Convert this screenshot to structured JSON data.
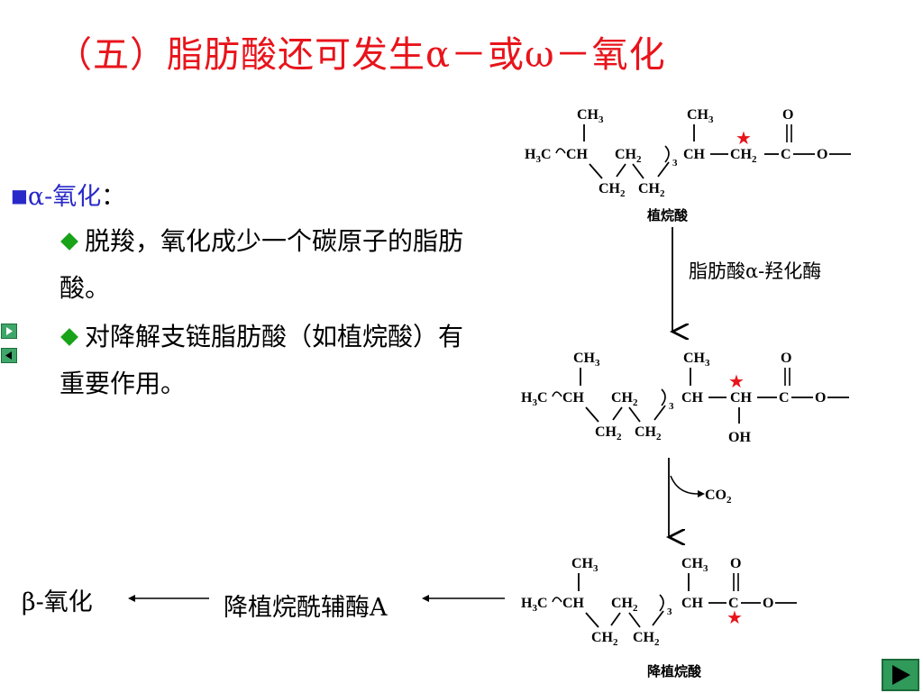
{
  "slide": {
    "title": "（五）脂肪酸还可发生α－或ω－氧化",
    "alpha_heading": {
      "bullet": "■",
      "label": "α-氧化",
      "colon": "："
    },
    "points": [
      {
        "text": "脱羧，氧化成少一个碳原子的脂肪酸。"
      },
      {
        "text": "对降解支链脂肪酸（如植烷酸）有重要作用。"
      }
    ],
    "beta_label": "β-氧化",
    "product_label": "降植烷酰辅酶A"
  },
  "diagram": {
    "compound1_name": "植烷酸",
    "enzyme": "脂肪酸α-羟化酶",
    "co2": "CO",
    "co2_sub": "2",
    "compound3_name": "降植烷酸",
    "groups": {
      "ch3": "CH",
      "ch3_sub": "3",
      "h3c": "H",
      "h3c_sub": "3",
      "h3c_tail": "C",
      "ch": "CH",
      "ch2": "CH",
      "ch2_sub": "2",
      "carbonyl_o": "O",
      "ester_o": "O",
      "c": "C",
      "oh": "OH",
      "repeat_sub": "3"
    },
    "star": "★",
    "star_color": "#e8141b"
  },
  "nav": {
    "next_icon": "triangle-right",
    "prev_icon": "triangle-left",
    "color": "#3fa66a"
  }
}
